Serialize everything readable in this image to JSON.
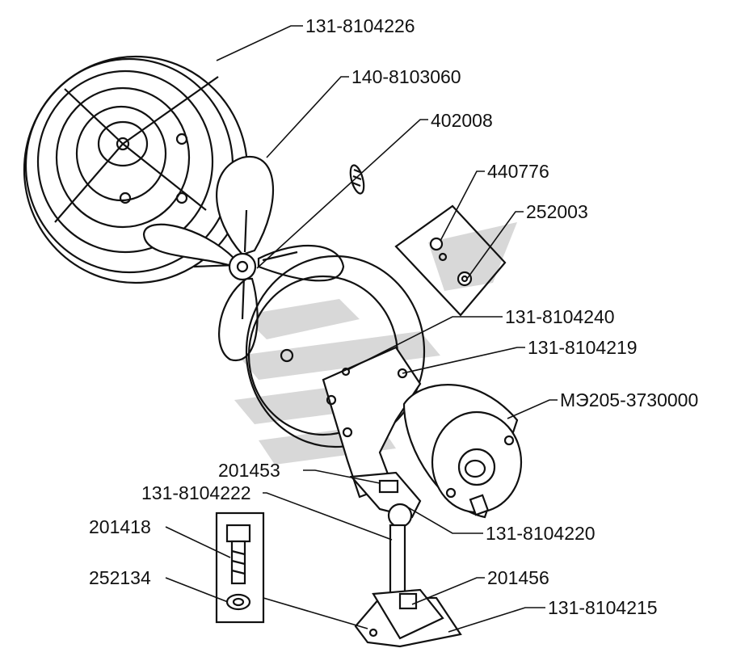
{
  "labels": {
    "guard": "131-8104226",
    "impeller": "140-8103060",
    "spring": "402008",
    "nut_plate": "440776",
    "washer_plate": "252003",
    "bracket": "131-8104240",
    "plate": "131-8104219",
    "motor": "МЭ205-3730000",
    "nut_small": "201453",
    "stand": "131-8104222",
    "bolt": "201418",
    "washer_bolt": "252134",
    "clamp": "131-8104220",
    "base_nut": "201456",
    "base": "131-8104215"
  }
}
